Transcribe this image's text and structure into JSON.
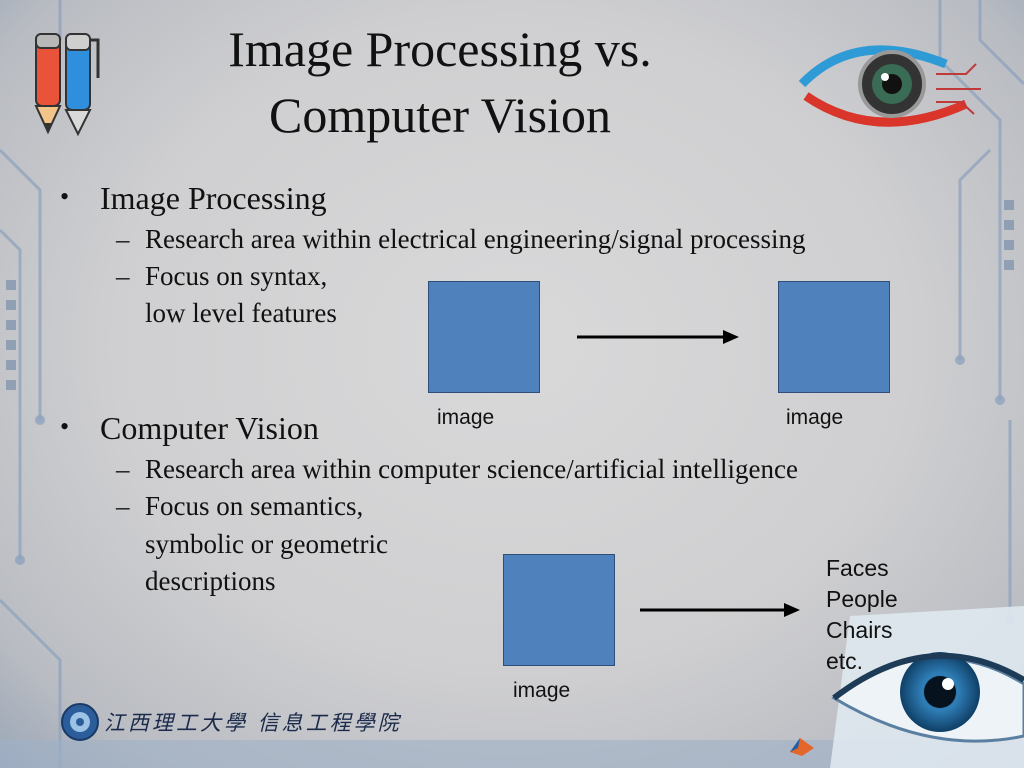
{
  "slide": {
    "title_line1": "Image Processing vs.",
    "title_line2": "Computer Vision",
    "sections": [
      {
        "heading": "Image Processing",
        "bullet": "•",
        "dash": "–",
        "item1": "Research area within electrical engineering/signal processing",
        "item2_line1": "Focus on syntax,",
        "item2_line2": "low level features"
      },
      {
        "heading": "Computer Vision",
        "bullet": "•",
        "dash": "–",
        "item1": "Research area within computer science/artificial intelligence",
        "item2_line1": "Focus on semantics,",
        "item2_line2": "symbolic or geometric",
        "item2_line3": "descriptions"
      }
    ],
    "diagram1": {
      "input_caption": "image",
      "output_caption": "image"
    },
    "diagram2": {
      "input_caption": "image",
      "outputs": [
        "Faces",
        "People",
        "Chairs",
        "etc."
      ]
    },
    "footer": {
      "institution": "江西理工大學 信息工程學院"
    },
    "colors": {
      "box_fill": "#4f81bd",
      "accent_red": "#d9352a",
      "accent_blue": "#2f8fdc"
    },
    "icons": [
      "pencil-icon",
      "pen-icon",
      "eye-lens-logo",
      "eye-photo",
      "university-seal-icon",
      "matlab-icon"
    ]
  }
}
